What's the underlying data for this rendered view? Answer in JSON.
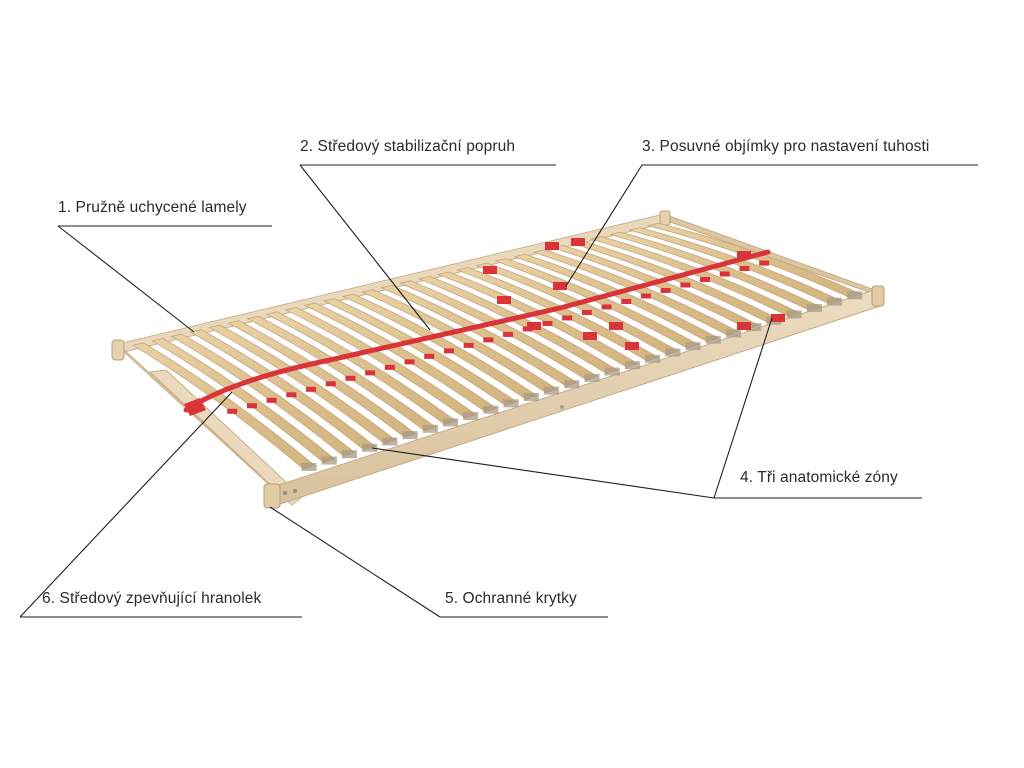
{
  "callouts": {
    "c1": "1. Pružně uchycené lamely",
    "c2": "2. Středový stabilizační  popruh",
    "c3": "3. Posuvné objímky pro nastavení tuhosti",
    "c4": "4. Tři anatomické zóny",
    "c5": "5. Ochranné krytky",
    "c6": "6. Středový zpevňující hranolek"
  },
  "colors": {
    "wood_frame": "#e6d3b3",
    "slat": "#dfc596",
    "strap": "#d9343a",
    "leader_line": "#1f1f1f"
  }
}
